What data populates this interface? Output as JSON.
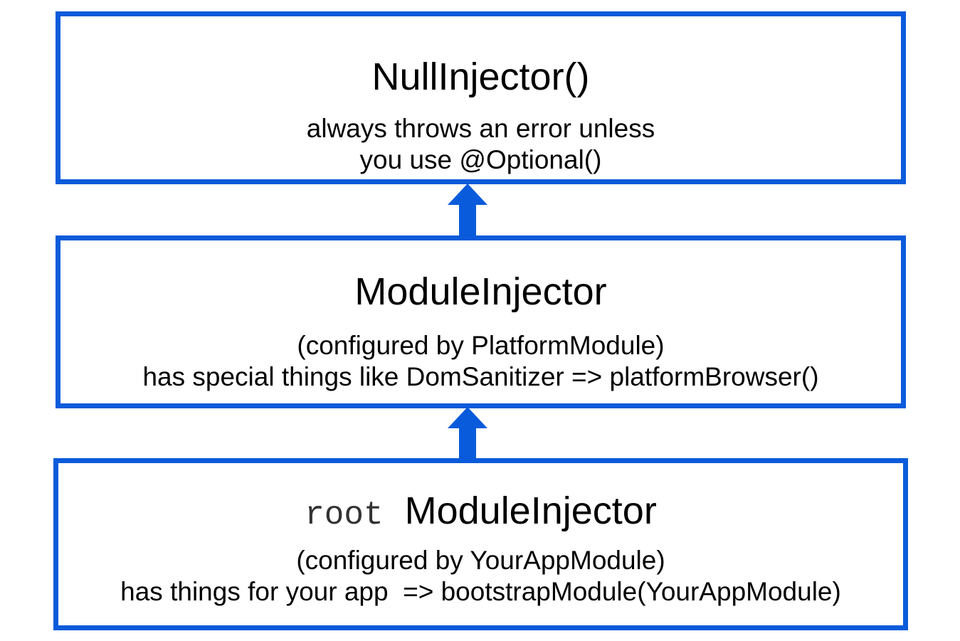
{
  "colors": {
    "border": "#0a5bdb",
    "arrow": "#0a5bdb",
    "text": "#000000"
  },
  "boxes": {
    "null_injector": {
      "title": "NullInjector()",
      "line1": "always throws an error unless",
      "line2": "you use @Optional()"
    },
    "module_injector": {
      "title": "ModuleInjector",
      "line1": "(configured by PlatformModule)",
      "line2": "has special things like DomSanitizer => platformBrowser()"
    },
    "root_module_injector": {
      "prefix": "root",
      "title": "ModuleInjector",
      "line1": "(configured by YourAppModule)",
      "line2": "has things for your app  => bootstrapModule(YourAppModule)"
    }
  },
  "arrows": {
    "icon": "arrow-up-icon"
  }
}
